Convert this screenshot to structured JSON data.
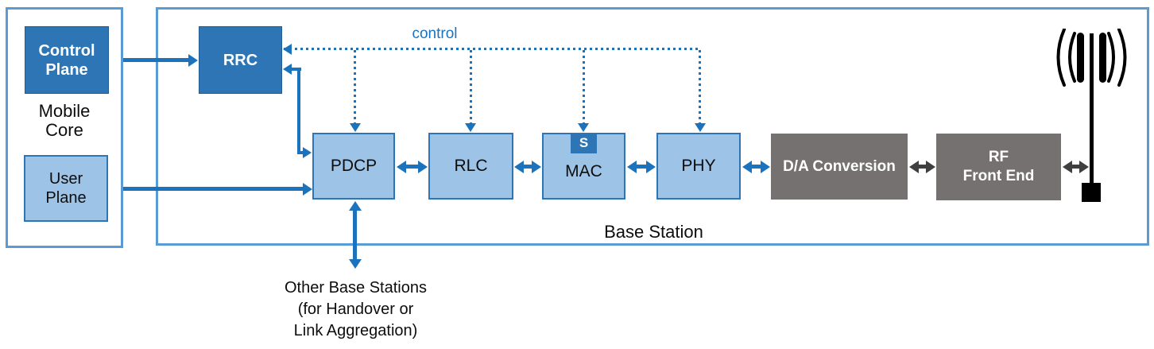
{
  "colors": {
    "dark_blue": "#2e75b6",
    "light_blue": "#9dc3e6",
    "light_border": "#2e75b6",
    "container_border": "#5b9bd5",
    "arrow_blue": "#1b73bd",
    "arrow_gray": "#3f3f3f",
    "gray_box": "#767171",
    "text_black": "#0d0d0d"
  },
  "mobile_core": {
    "label": "Mobile Core",
    "control_plane": "Control Plane",
    "user_plane": "User Plane"
  },
  "base_station": {
    "label": "Base Station",
    "control_label": "control",
    "rrc": "RRC",
    "pdcp": "PDCP",
    "rlc": "RLC",
    "mac": "MAC",
    "mac_badge": "S",
    "phy": "PHY",
    "da_conversion": "D/A Conversion",
    "rf_front_end": {
      "line1": "RF",
      "line2": "Front End"
    }
  },
  "annotations": {
    "other_base_stations": {
      "line1": "Other Base Stations",
      "line2": "(for Handover or",
      "line3": "Link Aggregation)"
    }
  },
  "icons": {
    "antenna": "antenna-icon"
  }
}
